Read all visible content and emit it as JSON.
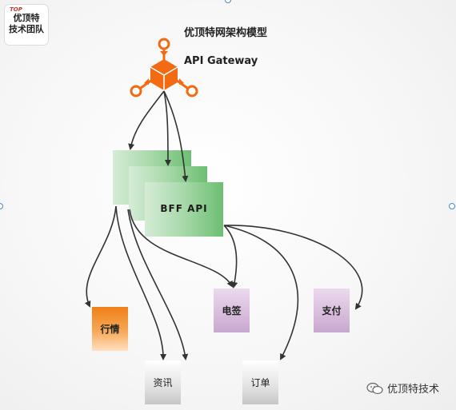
{
  "logo": {
    "mark": "TOP",
    "line1": "优顶特",
    "line2": "技术团队"
  },
  "title": "优顶特网架构模型",
  "gateway": {
    "label": "API Gateway",
    "icon": "api-gateway-icon",
    "color": "#f26b12"
  },
  "bff": {
    "label": "BFF  API"
  },
  "services": {
    "hangqing": "行情",
    "zixun": "资讯",
    "dingdan": "订单",
    "dianqian": "电签",
    "zhifu": "支付"
  },
  "watermark": {
    "text": "优顶特技术",
    "icon": "wechat-icon"
  }
}
